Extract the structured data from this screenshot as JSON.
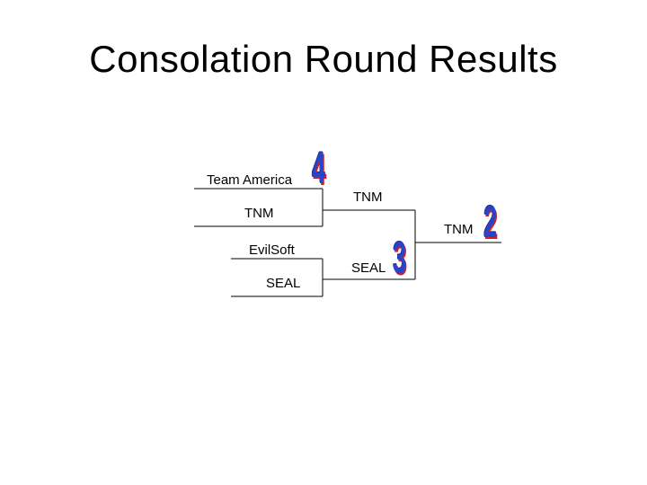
{
  "title": "Consolation Round Results",
  "bracket": {
    "round1": [
      {
        "team_a": "Team America",
        "team_b": "TNM"
      },
      {
        "team_a": "EvilSoft",
        "team_b": "SEAL"
      }
    ],
    "round2": [
      "TNM",
      "SEAL"
    ],
    "final": "TNM",
    "placements": {
      "team_america": "4",
      "seal": "3",
      "tnm": "2"
    },
    "colors": {
      "rank_fill": "#2a44c8",
      "rank_shadow": "#d22020"
    }
  }
}
